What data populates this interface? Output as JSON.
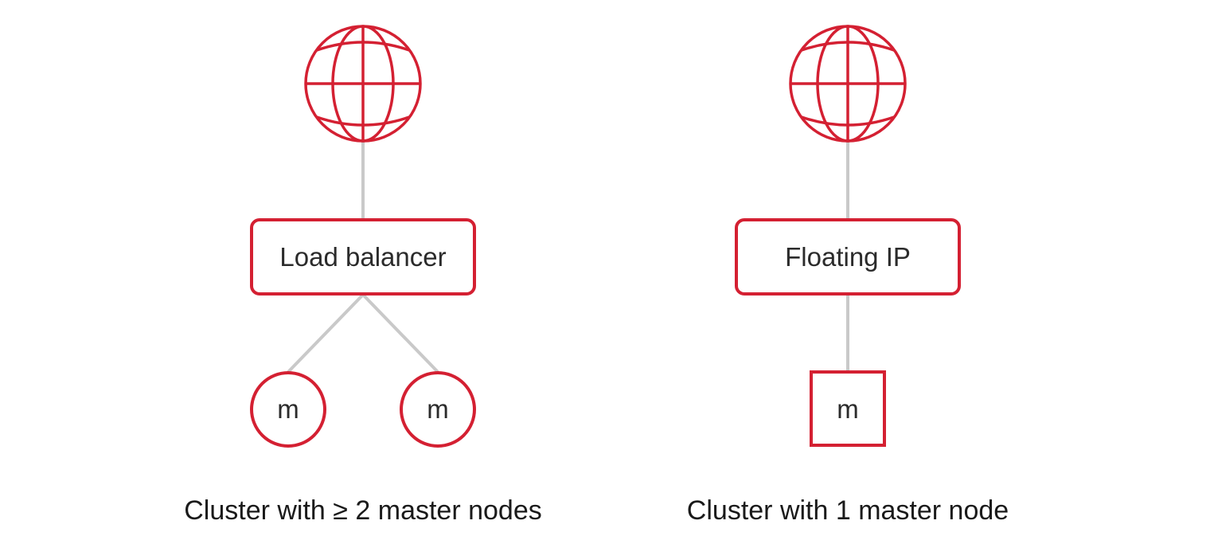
{
  "colors": {
    "accent": "#d42032",
    "connector": "#c9c9c9",
    "text": "#2b2b2b"
  },
  "left_diagram": {
    "icon": "globe-icon",
    "box_label": "Load balancer",
    "nodes": [
      {
        "label": "m",
        "shape": "circle"
      },
      {
        "label": "m",
        "shape": "circle"
      }
    ],
    "caption": "Cluster with ≥ 2 master nodes"
  },
  "right_diagram": {
    "icon": "globe-icon",
    "box_label": "Floating IP",
    "nodes": [
      {
        "label": "m",
        "shape": "square"
      }
    ],
    "caption": "Cluster with 1 master node"
  }
}
